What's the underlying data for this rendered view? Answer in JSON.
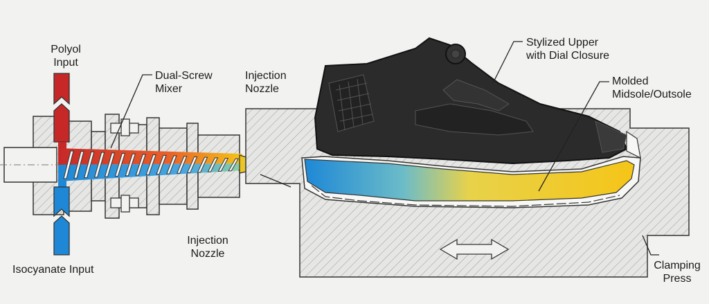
{
  "labels": {
    "polyol": [
      "Polyol",
      "Input"
    ],
    "mixer": [
      "Dual-Screw",
      "Mixer"
    ],
    "nozzle_top": [
      "Injection",
      "Nozzle"
    ],
    "upper": [
      "Stylized Upper",
      "with Dial Closure"
    ],
    "midsole": [
      "Molded",
      "Midsole/Outsole"
    ],
    "nozzle_bottom": [
      "Injection",
      "Nozzle"
    ],
    "isocyanate": "Isocyanate Input",
    "clamping": [
      "Clamping",
      "Press"
    ]
  },
  "colors": {
    "polyol": "#c62828",
    "isocyanate": "#1e88d6",
    "mix_yellow": "#f5c518",
    "shoe": "#2a2a2a",
    "hatch_fill": "#e4e4e2",
    "outline": "#333333"
  }
}
